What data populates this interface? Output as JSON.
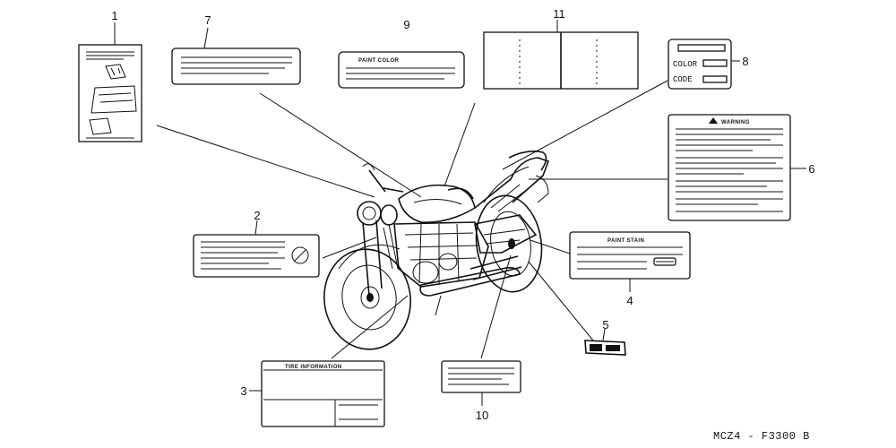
{
  "diagram": {
    "callouts": [
      "1",
      "2",
      "3",
      "4",
      "5",
      "6",
      "7",
      "8",
      "9",
      "10",
      "11"
    ],
    "label_texts": {
      "paint_color_9": "PAINT COLOR",
      "paint_stain_4": "PAINT STAIN",
      "tire_information_3": "TIRE INFORMATION",
      "warning_6": "WARNING",
      "color_8": "COLOR",
      "code_8": "CODE"
    },
    "figure_code": "MCZ4 - F3300 B"
  }
}
